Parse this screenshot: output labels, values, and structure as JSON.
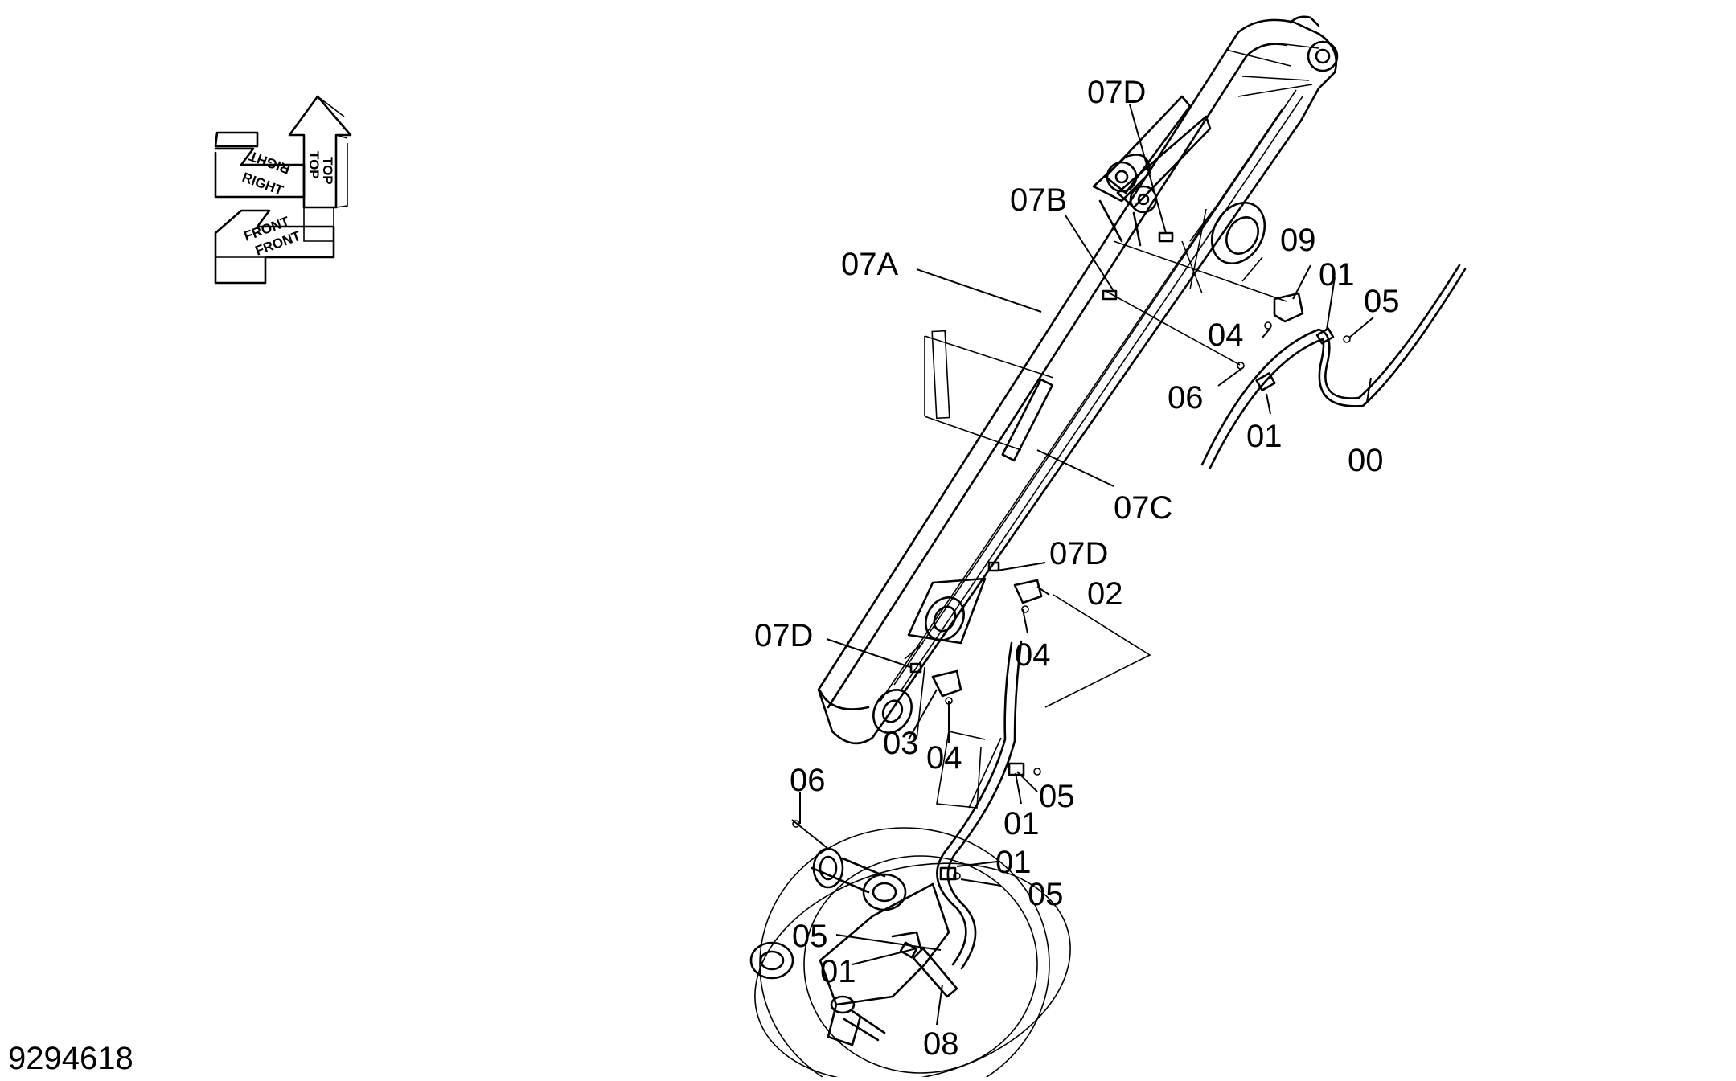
{
  "figure_number": "9294618",
  "orientation_labels": {
    "top": "TOP",
    "top_mirror": "TOP",
    "right": "RIGHT",
    "right_mirror": "RIGHT",
    "front": "FRONT",
    "front_mirror": "FRONT"
  },
  "labels": {
    "l_07D_top": "07D",
    "l_07B": "07B",
    "l_07A": "07A",
    "l_09": "09",
    "l_01_a": "01",
    "l_05_a": "05",
    "l_04_a": "04",
    "l_06_a": "06",
    "l_01_b": "01",
    "l_00": "00",
    "l_07C": "07C",
    "l_07D_mid": "07D",
    "l_02": "02",
    "l_04_b": "04",
    "l_07D_low": "07D",
    "l_03": "03",
    "l_04_c": "04",
    "l_05_b": "05",
    "l_01_c": "01",
    "l_06_b": "06",
    "l_01_d": "01",
    "l_05_c": "05",
    "l_05_d": "05",
    "l_01_e": "01",
    "l_08": "08"
  }
}
